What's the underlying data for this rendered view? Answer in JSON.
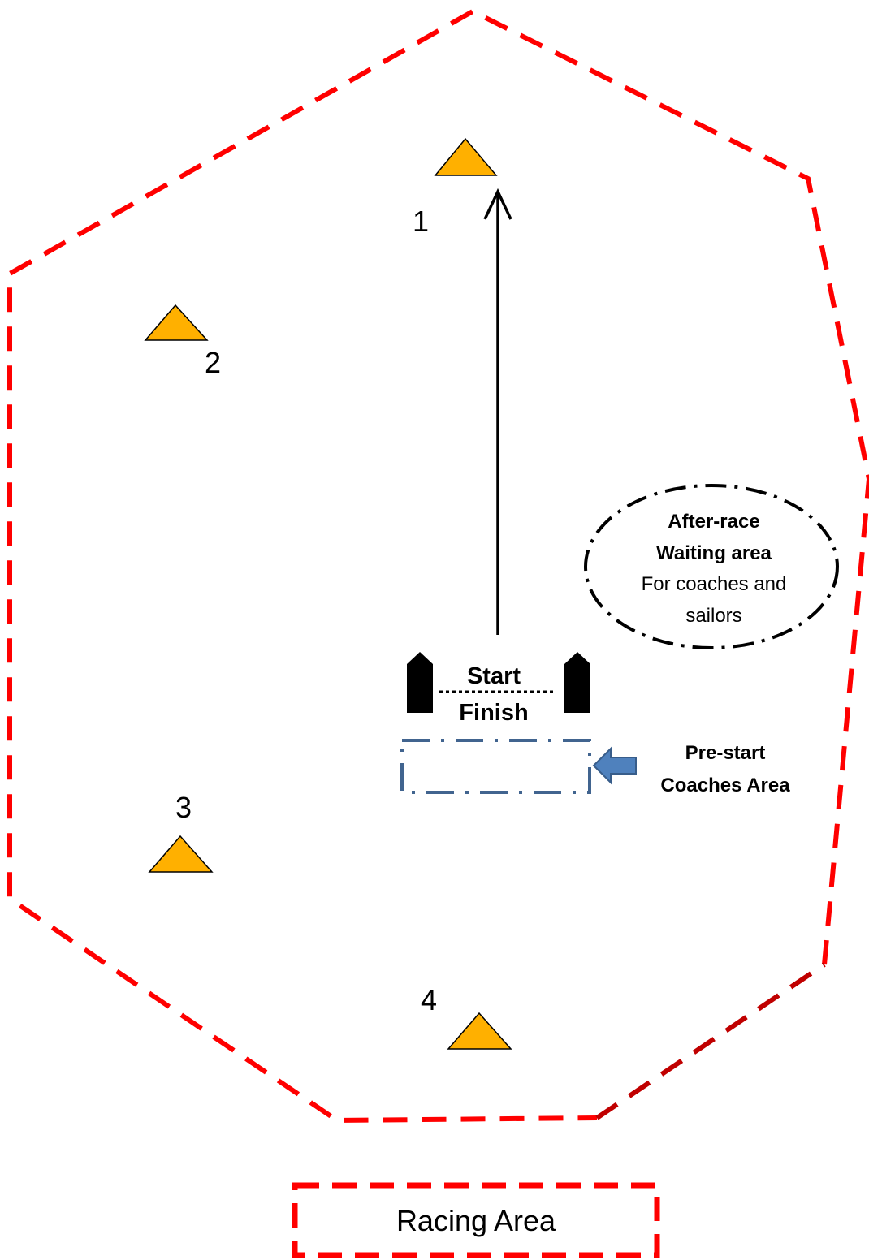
{
  "marks": [
    {
      "number": "1"
    },
    {
      "number": "2"
    },
    {
      "number": "3"
    },
    {
      "number": "4"
    }
  ],
  "start_finish": {
    "start_label": "Start",
    "finish_label": "Finish"
  },
  "waiting_area": {
    "title_line1": "After-race",
    "title_line2": "Waiting area",
    "note_line1": "For coaches and",
    "note_line2": "sailors"
  },
  "coaches_area": {
    "label_line1": "Pre-start",
    "label_line2": "Coaches Area"
  },
  "legend": {
    "racing_area_label": "Racing Area"
  },
  "colors": {
    "racing_area_boundary": "#ff0000",
    "racing_area_boundary_dark": "#c00000",
    "mark_fill": "#ffb000",
    "coaches_area_stroke": "#41648f",
    "coaches_arrow_fill": "#4f81bd"
  }
}
